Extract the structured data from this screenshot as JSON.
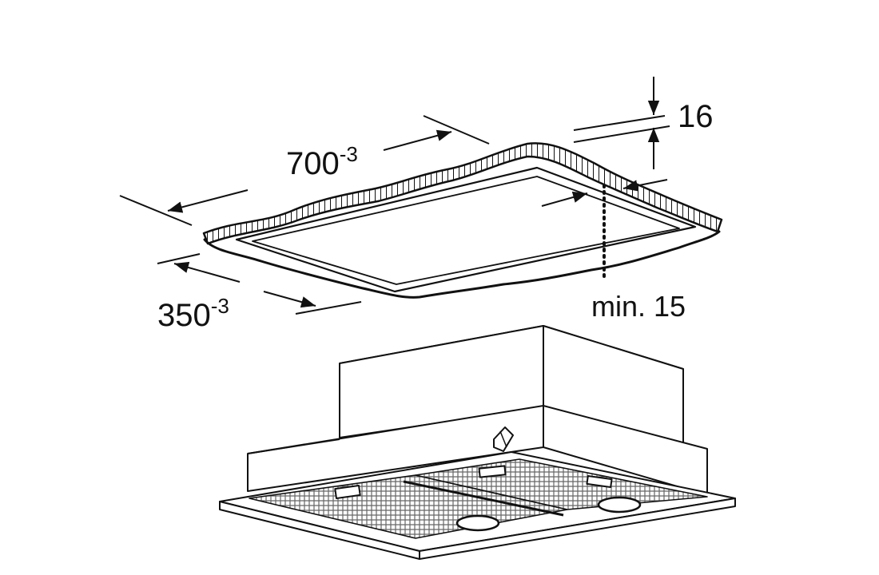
{
  "dimensions": {
    "length": {
      "value": "700",
      "tolerance": "-3"
    },
    "width": {
      "value": "350",
      "tolerance": "-3"
    },
    "thickness": {
      "value": "16"
    },
    "min_distance": {
      "text": "min. 15"
    }
  }
}
